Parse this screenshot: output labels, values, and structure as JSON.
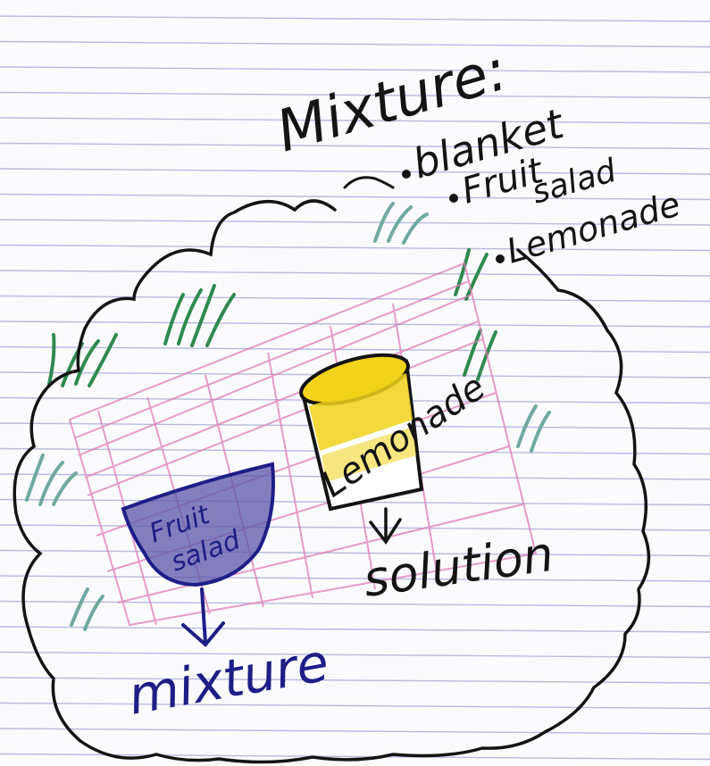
{
  "heading": {
    "title": "Mixture:",
    "list": [
      "blanket",
      "Fruit",
      "salad",
      "Lemonade"
    ]
  },
  "drawing": {
    "bowl_label": [
      "Fruit",
      "salad"
    ],
    "bowl_result": "mixture",
    "cup_label": "Lemonade",
    "cup_result": "solution"
  },
  "colors": {
    "ink_black": "#141414",
    "ink_navy": "#1c1f86",
    "bowl_fill": "#5a56a8",
    "lemonade_yellow": "#f2d21a",
    "grass_green": "#2f8a4e",
    "grass_teal": "#6fa9a2",
    "blanket_pink": "#e07ab8",
    "paper_line": "#b7b9e2"
  }
}
